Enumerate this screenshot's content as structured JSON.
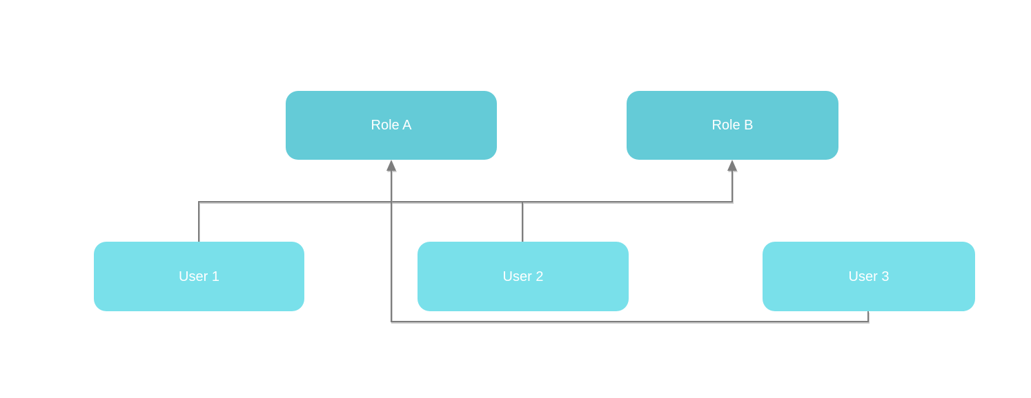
{
  "diagram": {
    "type": "flowchart",
    "background": "#ffffff",
    "nodes": [
      {
        "id": "role-a",
        "label": "Role A",
        "kind": "role",
        "fill": "#64cbd7",
        "text_color": "#ffffff"
      },
      {
        "id": "role-b",
        "label": "Role B",
        "kind": "role",
        "fill": "#64cbd7",
        "text_color": "#ffffff"
      },
      {
        "id": "user-1",
        "label": "User 1",
        "kind": "user",
        "fill": "#79e0ea",
        "text_color": "#ffffff"
      },
      {
        "id": "user-2",
        "label": "User 2",
        "kind": "user",
        "fill": "#79e0ea",
        "text_color": "#ffffff"
      },
      {
        "id": "user-3",
        "label": "User 3",
        "kind": "user",
        "fill": "#79e0ea",
        "text_color": "#ffffff"
      }
    ],
    "edges": [
      {
        "from": "User 1",
        "to": "Role B",
        "style": "orthogonal",
        "arrow": "target"
      },
      {
        "from": "User 2",
        "to": "Role B",
        "style": "orthogonal",
        "arrow": "target"
      },
      {
        "from": "User 3",
        "to": "Role A",
        "style": "orthogonal",
        "arrow": "target"
      }
    ],
    "colors": {
      "connector": "#7d7d7d",
      "role_fill": "#64cbd7",
      "user_fill": "#79e0ea",
      "label_text": "#ffffff"
    }
  }
}
